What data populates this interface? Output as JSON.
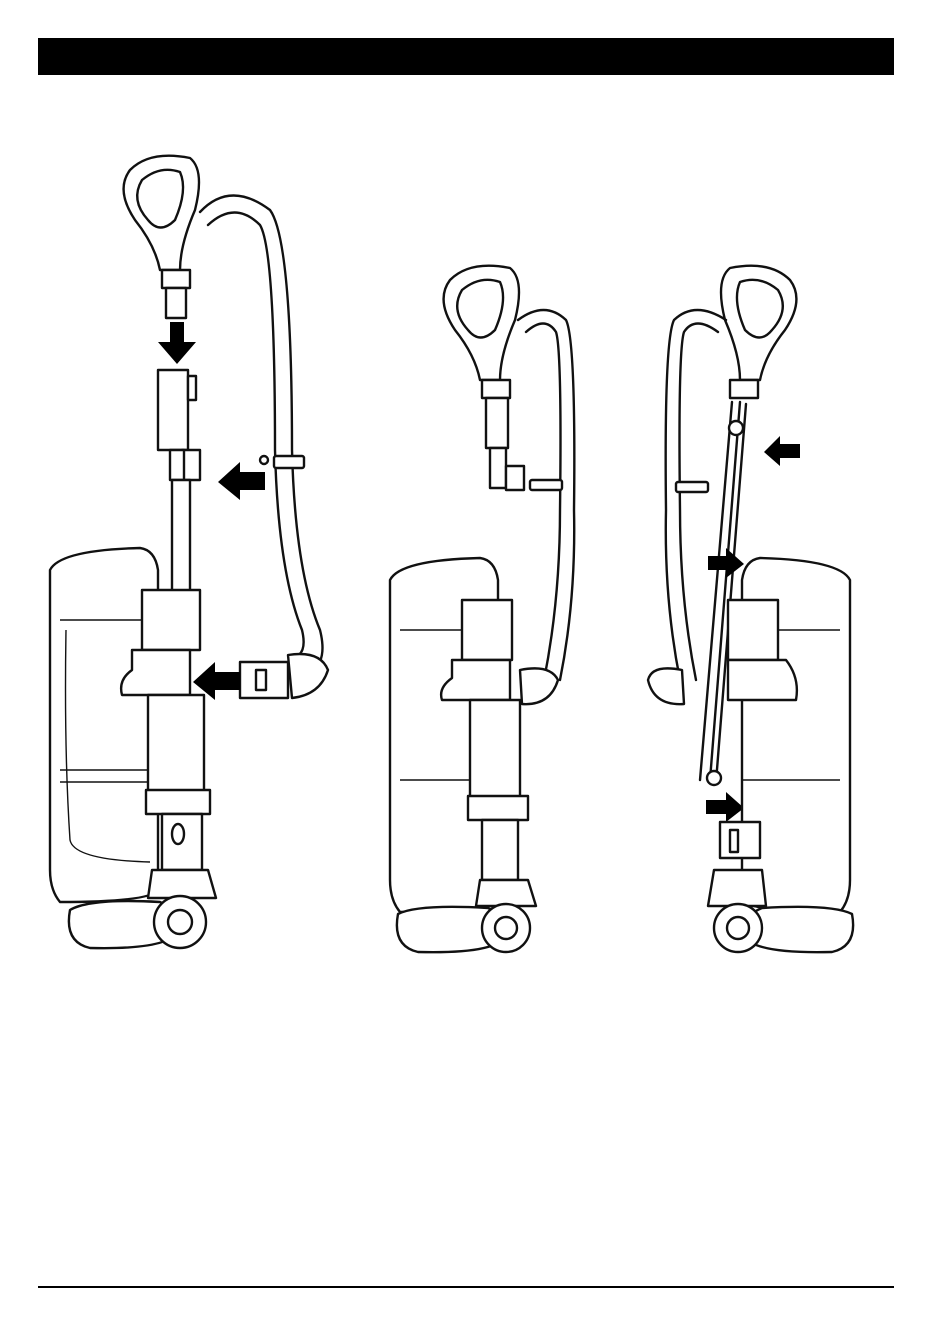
{
  "header": {
    "title": ""
  },
  "figures": [
    {
      "id": "fig-1",
      "arrows": 3
    },
    {
      "id": "fig-2",
      "arrows": 0
    },
    {
      "id": "fig-3",
      "arrows": 3
    }
  ],
  "colors": {
    "ink": "#000000",
    "paper": "#ffffff"
  }
}
